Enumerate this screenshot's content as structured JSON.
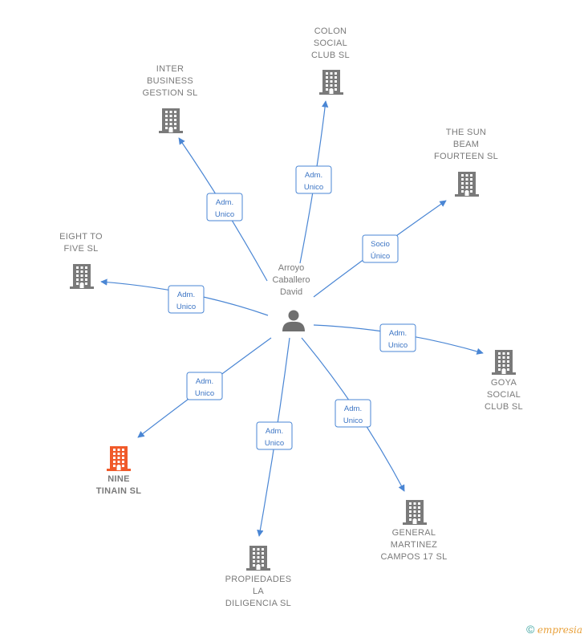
{
  "center": {
    "label_lines": [
      "Arroyo",
      "Caballero",
      "David"
    ],
    "icon": "person-icon"
  },
  "colors": {
    "edge": "#4a86d4",
    "company": "#7a7a7a",
    "highlight": "#f05a2a"
  },
  "nodes": [
    {
      "id": "colon",
      "label_lines": [
        "COLON",
        "SOCIAL",
        "CLUB  SL"
      ],
      "icon": "building-icon",
      "highlight": false
    },
    {
      "id": "inter",
      "label_lines": [
        "INTER",
        "BUSINESS",
        "GESTION  SL"
      ],
      "icon": "building-icon",
      "highlight": false
    },
    {
      "id": "sunbeam",
      "label_lines": [
        "THE SUN",
        "BEAM",
        "FOURTEEN  SL"
      ],
      "icon": "building-icon",
      "highlight": false
    },
    {
      "id": "eight",
      "label_lines": [
        "EIGHT TO",
        "FIVE  SL"
      ],
      "icon": "building-icon",
      "highlight": false
    },
    {
      "id": "goya",
      "label_lines": [
        "GOYA",
        "SOCIAL",
        "CLUB  SL"
      ],
      "icon": "building-icon",
      "highlight": false
    },
    {
      "id": "nine",
      "label_lines": [
        "NINE",
        "TINAIN  SL"
      ],
      "icon": "building-icon",
      "highlight": true
    },
    {
      "id": "general",
      "label_lines": [
        "GENERAL",
        "MARTINEZ",
        "CAMPOS 17  SL"
      ],
      "icon": "building-icon",
      "highlight": false
    },
    {
      "id": "propiedades",
      "label_lines": [
        "PROPIEDADES",
        "LA",
        "DILIGENCIA  SL"
      ],
      "icon": "building-icon",
      "highlight": false
    }
  ],
  "edges": [
    {
      "to": "colon",
      "label_lines": [
        "Adm.",
        "Unico"
      ]
    },
    {
      "to": "inter",
      "label_lines": [
        "Adm.",
        "Unico"
      ]
    },
    {
      "to": "sunbeam",
      "label_lines": [
        "Socio",
        "Único"
      ]
    },
    {
      "to": "eight",
      "label_lines": [
        "Adm.",
        "Unico"
      ]
    },
    {
      "to": "goya",
      "label_lines": [
        "Adm.",
        "Unico"
      ]
    },
    {
      "to": "nine",
      "label_lines": [
        "Adm.",
        "Unico"
      ]
    },
    {
      "to": "general",
      "label_lines": [
        "Adm.",
        "Unico"
      ]
    },
    {
      "to": "propiedades",
      "label_lines": [
        "Adm.",
        "Unico"
      ]
    }
  ],
  "footer": {
    "copyright": "©",
    "brand": "empresia"
  }
}
